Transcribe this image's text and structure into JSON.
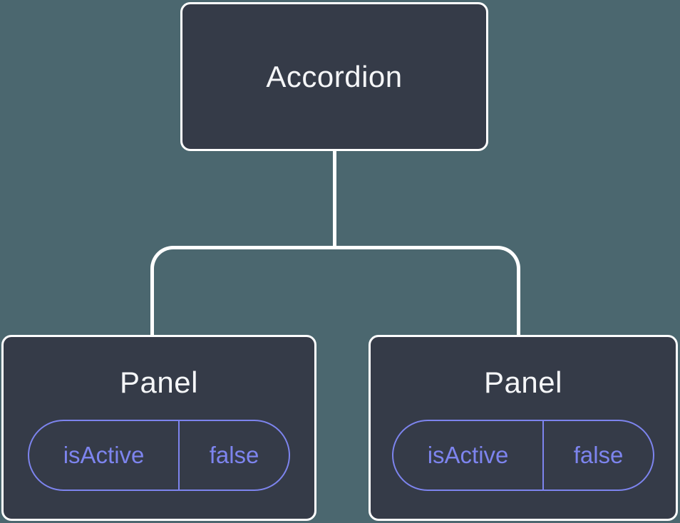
{
  "colors": {
    "background": "#4b676f",
    "node-fill": "#353b48",
    "node-border": "#ffffff",
    "node-text": "#f5f6f8",
    "accent": "#7d84ee"
  },
  "tree": {
    "root": {
      "label": "Accordion"
    },
    "children": [
      {
        "label": "Panel",
        "state": {
          "key": "isActive",
          "value": "false"
        }
      },
      {
        "label": "Panel",
        "state": {
          "key": "isActive",
          "value": "false"
        }
      }
    ]
  }
}
